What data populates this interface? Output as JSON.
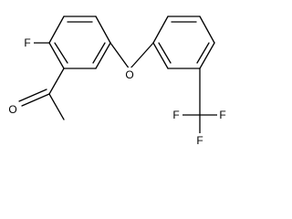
{
  "molecule": {
    "atom_labels": {
      "fluorine_ring": "F",
      "oxygen_ketone": "O",
      "oxygen_ether": "O",
      "fluorine_cf3_left": "F",
      "fluorine_cf3_right": "F",
      "fluorine_cf3_bottom": "F"
    }
  }
}
